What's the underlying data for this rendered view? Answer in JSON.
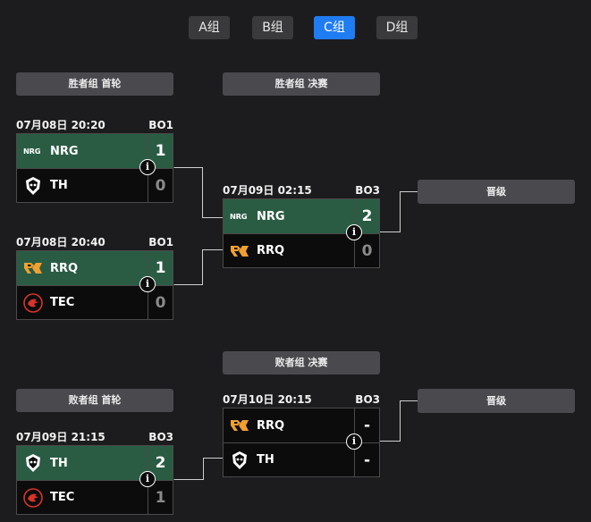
{
  "tabs": [
    {
      "label": "A组",
      "active": false
    },
    {
      "label": "B组",
      "active": false
    },
    {
      "label": "C组",
      "active": true
    },
    {
      "label": "D组",
      "active": false
    }
  ],
  "stages": {
    "winners_r1": "胜者组 首轮",
    "winners_final": "胜者组 决赛",
    "losers_final": "败者组 决赛",
    "losers_r1": "败者组 首轮"
  },
  "advance_label": "晋级",
  "info_glyph": "i",
  "matches": [
    {
      "time": "07月08日 20:20",
      "format": "BO1",
      "teams": [
        {
          "name": "NRG",
          "logo": "nrg-logo",
          "score": "1",
          "win": true
        },
        {
          "name": "TH",
          "logo": "th-logo",
          "score": "0",
          "win": false
        }
      ]
    },
    {
      "time": "07月08日 20:40",
      "format": "BO1",
      "teams": [
        {
          "name": "RRQ",
          "logo": "rrq-logo",
          "score": "1",
          "win": true
        },
        {
          "name": "TEC",
          "logo": "tec-logo",
          "score": "0",
          "win": false
        }
      ]
    },
    {
      "time": "07月09日 02:15",
      "format": "BO3",
      "teams": [
        {
          "name": "NRG",
          "logo": "nrg-logo",
          "score": "2",
          "win": true
        },
        {
          "name": "RRQ",
          "logo": "rrq-logo",
          "score": "0",
          "win": false
        }
      ]
    },
    {
      "time": "07月10日 20:15",
      "format": "BO3",
      "teams": [
        {
          "name": "RRQ",
          "logo": "rrq-logo",
          "score": "-",
          "win": false
        },
        {
          "name": "TH",
          "logo": "th-logo",
          "score": "-",
          "win": false
        }
      ]
    },
    {
      "time": "07月09日 21:15",
      "format": "BO3",
      "teams": [
        {
          "name": "TH",
          "logo": "th-logo",
          "score": "2",
          "win": true
        },
        {
          "name": "TEC",
          "logo": "tec-logo",
          "score": "1",
          "win": false
        }
      ]
    }
  ],
  "colors": {
    "background": "#1c1c1e",
    "tab_active": "#1f7cf2",
    "winner_row": "#2a5c44",
    "loser_row": "#0c0c0c",
    "stage_label_bg": "#4a4a4e",
    "rrq_orange": "#f0a030",
    "tec_red": "#d8342a"
  }
}
